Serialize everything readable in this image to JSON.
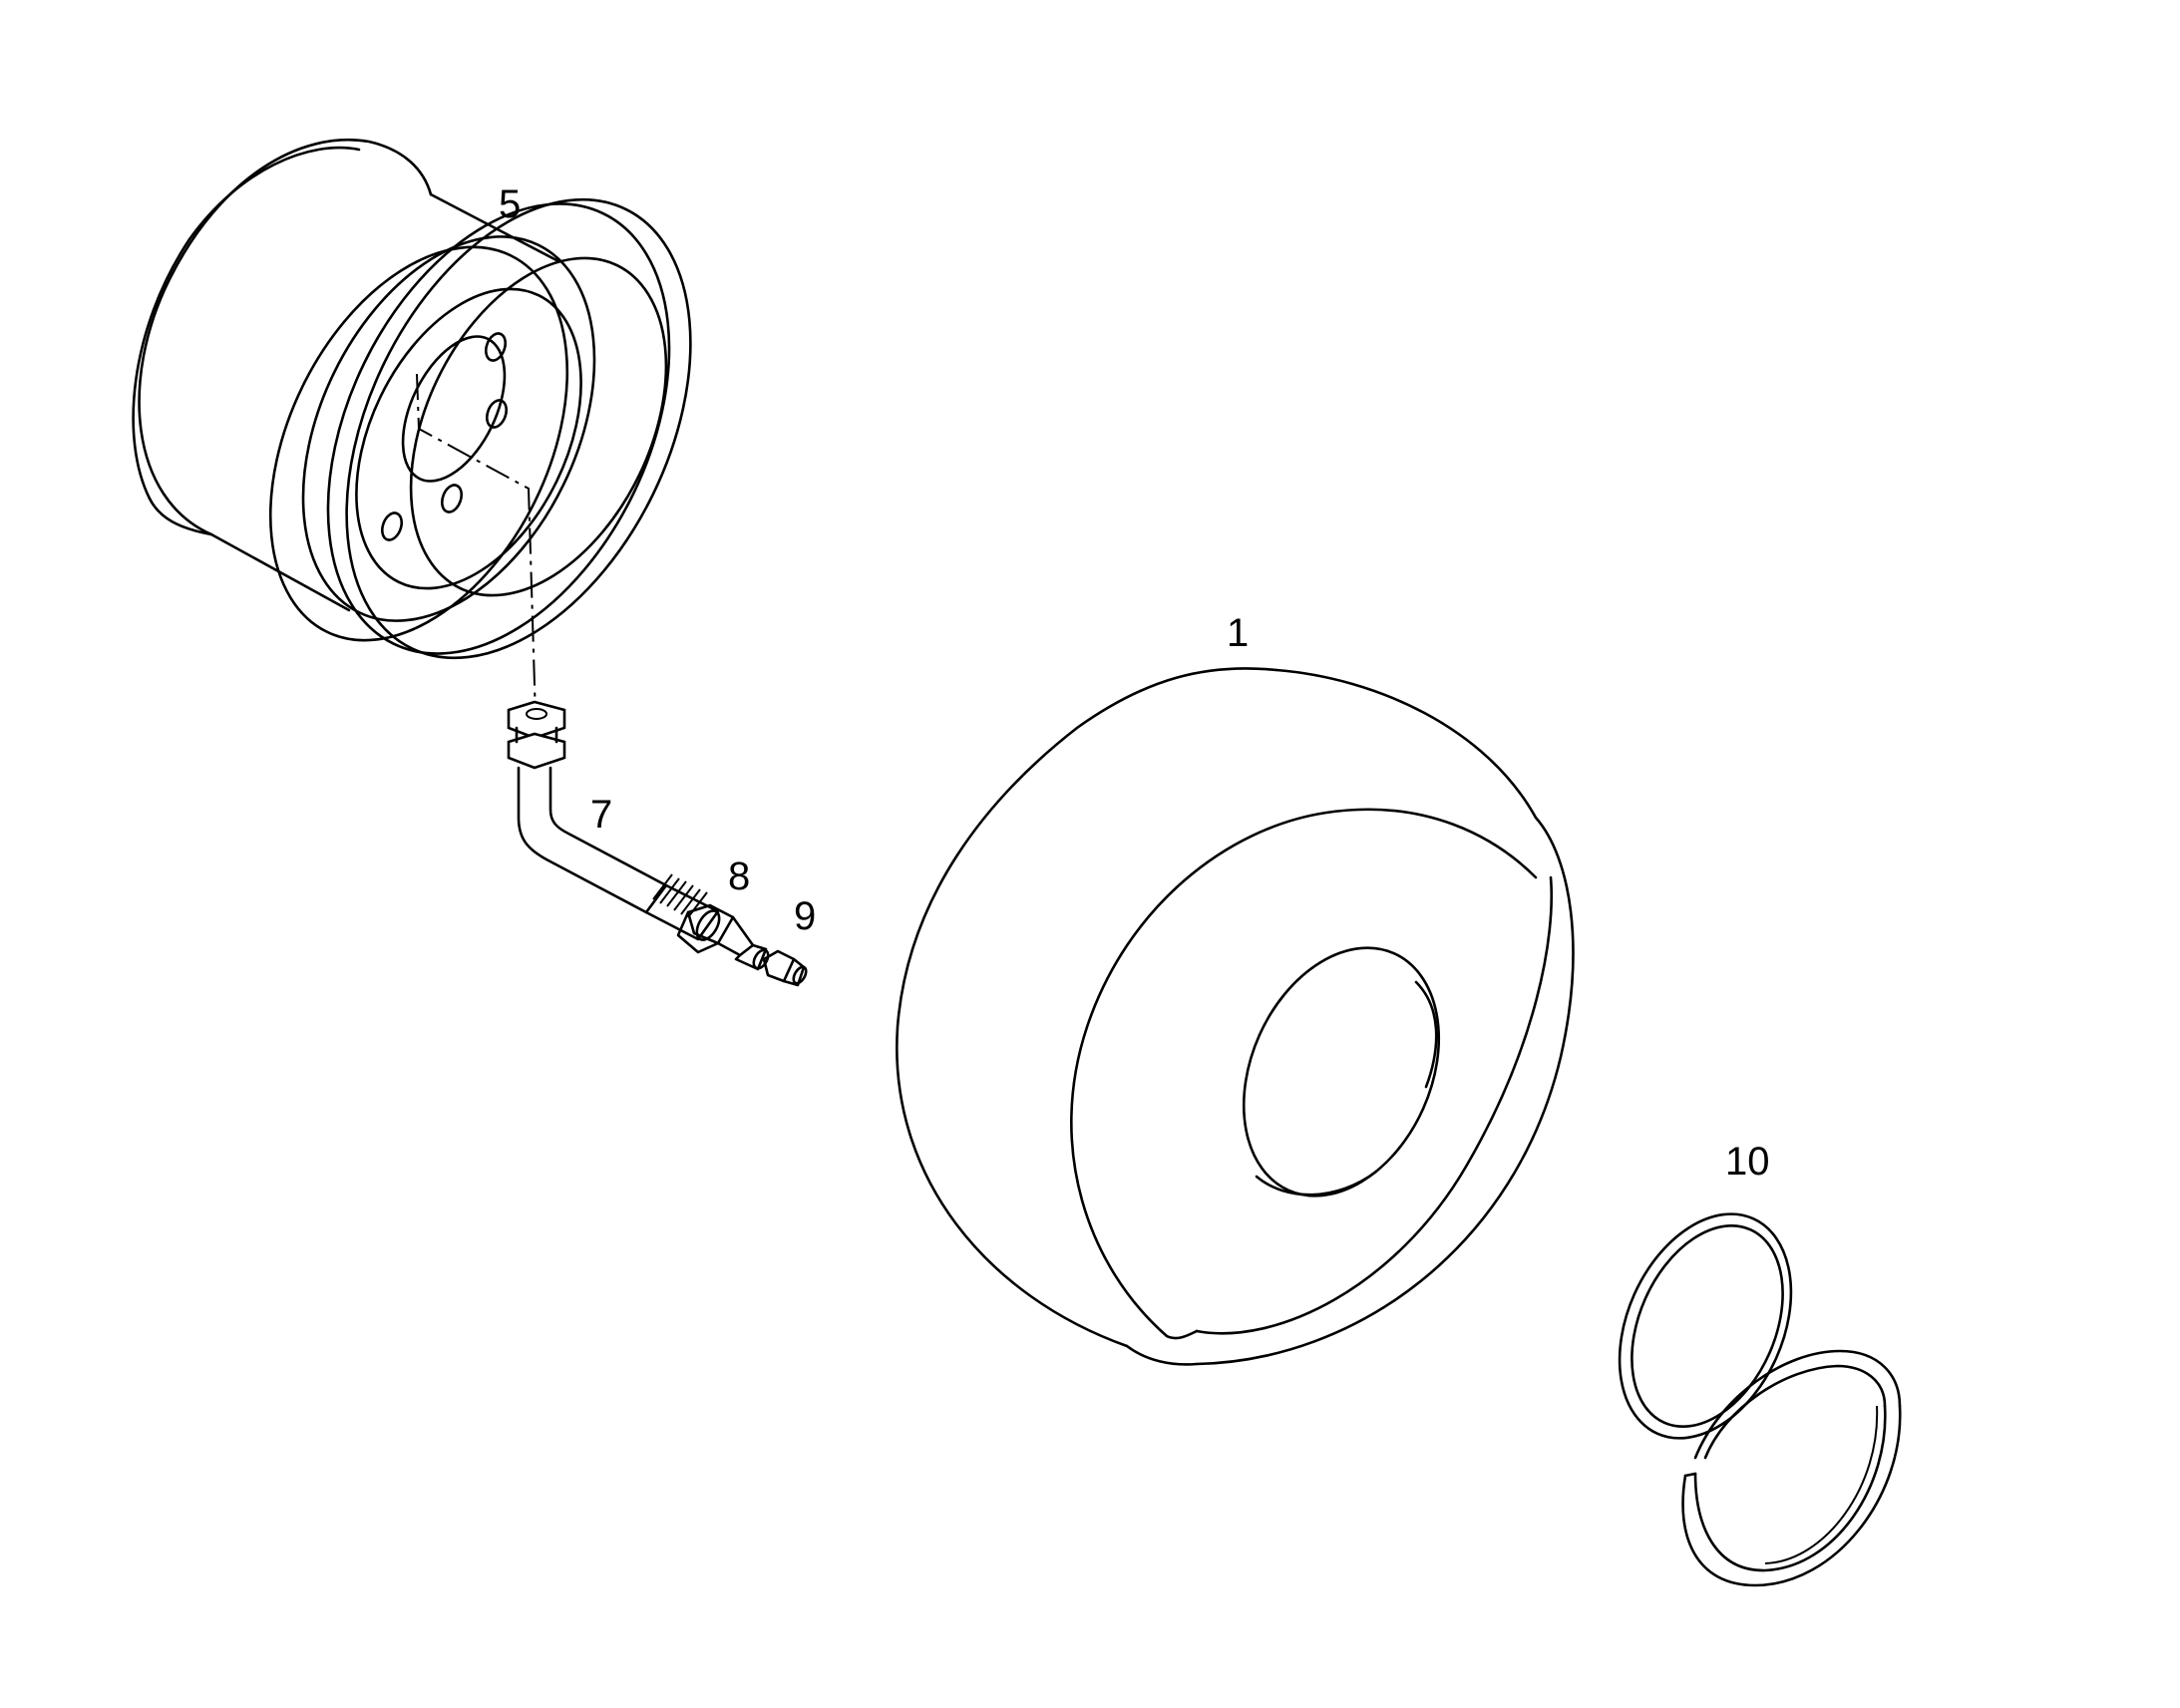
{
  "diagram": {
    "callouts": {
      "tire": "1",
      "rim": "5",
      "valve_stem": "7",
      "valve_adapter": "8",
      "valve_cap": "9",
      "locking_ring": "10"
    }
  }
}
